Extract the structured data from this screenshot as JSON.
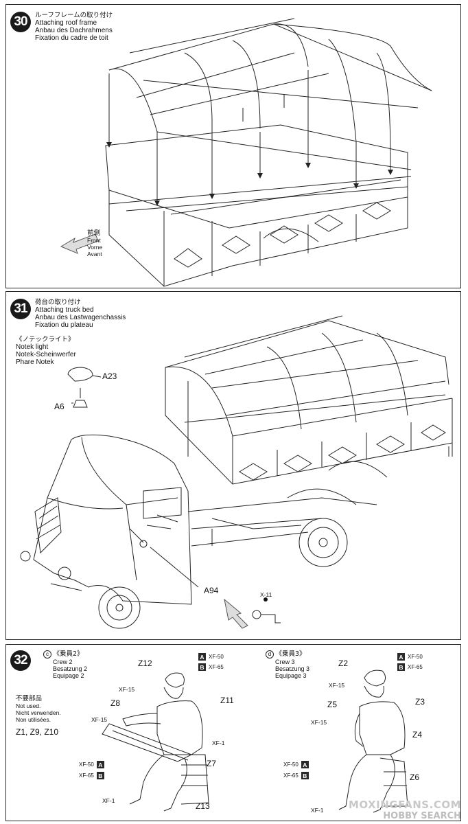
{
  "step30": {
    "number": "30",
    "title_jp": "ルーフフレームの取り付け",
    "title_en": "Attaching roof frame",
    "title_de": "Anbau des Dachrahmens",
    "title_fr": "Fixation du cadre de toit",
    "front_jp": "前側",
    "front_en": "Front",
    "front_de": "Vorne",
    "front_fr": "Avant"
  },
  "step31": {
    "number": "31",
    "title_jp": "荷台の取り付け",
    "title_en": "Attaching truck bed",
    "title_de": "Anbau des Lastwagenchassis",
    "title_fr": "Fixation du plateau",
    "notek_jp": "《ノテックライト》",
    "notek_en": "Notek light",
    "notek_de": "Notek-Scheinwerfer",
    "notek_fr": "Phare Notek",
    "part_a23": "A23",
    "part_a6": "A6",
    "part_a94": "A94",
    "part_x11": "X-11"
  },
  "step32": {
    "number": "32",
    "notused_jp": "不要部品",
    "notused_en": "Not used.",
    "notused_de": "Nicht verwenden.",
    "notused_fr": "Non utilisées.",
    "notused_parts": "Z1, Z9, Z10",
    "crew2": {
      "letter": "c",
      "title_jp": "《乗員2》",
      "title_en": "Crew 2",
      "title_de": "Besatzung 2",
      "title_fr": "Equipage 2",
      "parts": [
        "Z12",
        "Z8",
        "Z11",
        "Z7",
        "Z13"
      ],
      "paint_a": "XF-50",
      "paint_b": "XF-65",
      "xf15a": "XF-15",
      "xf15b": "XF-15",
      "xf1a": "XF-1",
      "xf1b": "XF-1",
      "lower_a": "XF-50",
      "lower_b": "XF-65"
    },
    "crew3": {
      "letter": "d",
      "title_jp": "《乗員3》",
      "title_en": "Crew 3",
      "title_de": "Besatzung 3",
      "title_fr": "Equipage 3",
      "parts": [
        "Z2",
        "Z5",
        "Z3",
        "Z4",
        "Z6"
      ],
      "paint_a": "XF-50",
      "paint_b": "XF-65",
      "xf15a": "XF-15",
      "xf15b": "XF-15",
      "xf1": "XF-1",
      "lower_a": "XF-50",
      "lower_b": "XF-65"
    },
    "box_a": "A",
    "box_b": "B"
  },
  "watermark": {
    "line1": "MOXINGFANS.COM",
    "line2": "HOBBY SEARCH"
  }
}
